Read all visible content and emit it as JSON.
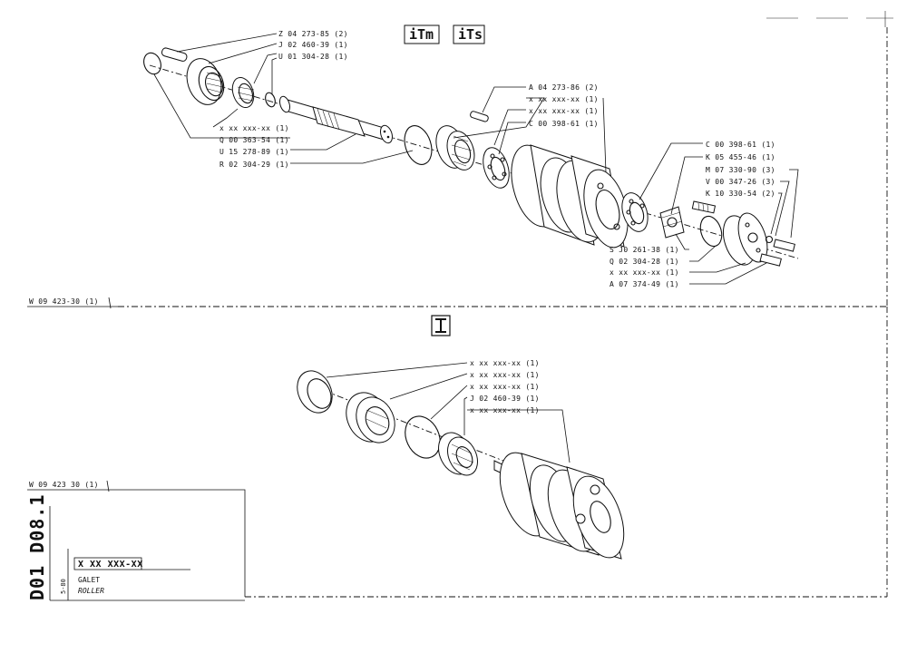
{
  "logos": {
    "brand_1": "iTm",
    "brand_2": "iTs"
  },
  "upper_assembly": {
    "reference": "W 09 423-30 (1)",
    "callouts": [
      "Z 04 273-85 (2)",
      "J 02 460-39 (1)",
      "U 01 304-28 (1)",
      "x xx xxx-xx (1)",
      "Q 00 363-54 (1)",
      "U 15 278-89 (1)",
      "R 02 304-29 (1)",
      "A 04 273-86 (2)",
      "x xx xxx-xx (1)",
      "x xx xxx-xx (1)",
      "C 00 398-61 (1)",
      "C 00 398-61 (1)",
      "K 05 455-46 (1)",
      "M 07 330-90 (3)",
      "V 00 347-26 (3)",
      "K 10 330-54 (2)",
      "S J0 261-38 (1)",
      "Q 02 304-28 (1)",
      "x xx xxx-xx (1)",
      "A 07 374-49 (1)"
    ]
  },
  "lower_assembly": {
    "reference": "W 09 423 30 (1)",
    "callouts": [
      "x xx xxx-xx (1)",
      "x xx xxx-xx (1)",
      "x xx xxx-xx (1)",
      "J 02 460-39 (1)",
      "x xx xxx-xx (1)"
    ]
  },
  "title_block": {
    "sheet_code": "D01 D08.1",
    "part_number": "X XX XXX-XX",
    "date": "5-80",
    "name_fr": "GALET",
    "name_en": "ROLLER"
  }
}
